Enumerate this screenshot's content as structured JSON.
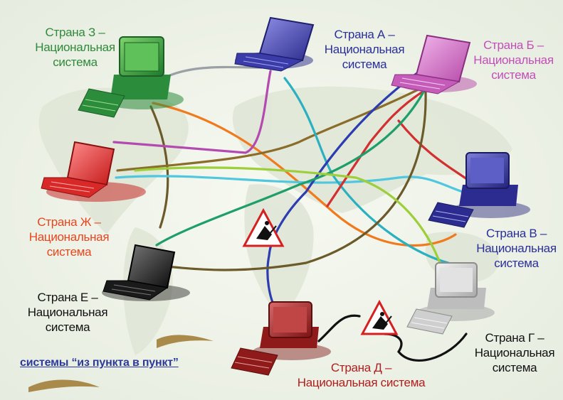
{
  "nodes": {
    "z": {
      "country": "Страна З –",
      "line2": "Национальная",
      "line3": "система",
      "color": "#2f8a3a"
    },
    "a": {
      "country": "Страна А –",
      "line2": "Национальная",
      "line3": "система",
      "color": "#2a2f9a"
    },
    "b": {
      "country": "Страна Б –",
      "line2": "Национальная",
      "line3": "система",
      "color": "#c24fb8"
    },
    "zh": {
      "country": "Страна Ж –",
      "line2": "Национальная",
      "line3": "система",
      "color": "#e8461e"
    },
    "v": {
      "country": "Страна В –",
      "line2": "Национальная",
      "line3": "система",
      "color": "#2a2f9a"
    },
    "e": {
      "country": "Страна Е –",
      "line2": "Национальная",
      "line3": "система",
      "color": "#111111"
    },
    "g": {
      "country": "Страна Г –",
      "line2": "Национальная",
      "line3": "система",
      "color": "#111111"
    },
    "d": {
      "country": "Страна Д –",
      "line2": "Национальная система",
      "color": "#b01e1e"
    }
  },
  "note": "системы “из пункта в пункт”",
  "icons": [
    "road-works-sign-icon",
    "computer-icon",
    "laptop-icon"
  ]
}
